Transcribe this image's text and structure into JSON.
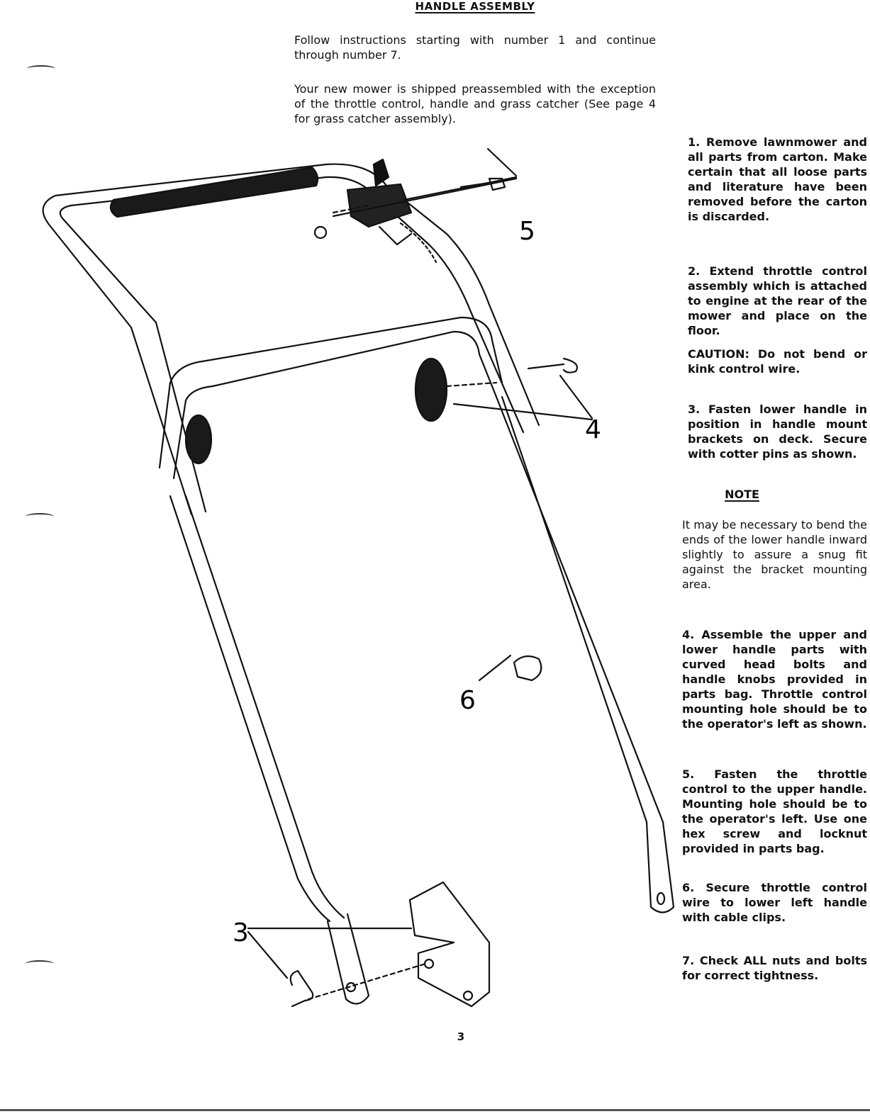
{
  "page": {
    "title": "HANDLE ASSEMBLY",
    "intro": [
      "Follow instructions starting with number 1 and continue through number 7.",
      "Your new mower is shipped preassembled with the exception of the throttle control, handle and grass catcher (See page 4 for grass catcher assembly)."
    ],
    "page_number": "3"
  },
  "steps": {
    "s1": "1. Remove lawnmower and all parts from carton. Make certain that all loose parts and literature have been removed before the carton is discarded.",
    "s2": "2. Extend throttle control assembly which is attached to engine at the rear of the mower and place on the floor.",
    "caution": "CAUTION: Do not bend or kink control wire.",
    "s3": "3. Fasten lower handle in position in handle mount brackets on deck. Secure with cotter pins as shown.",
    "s4": "4. Assemble the upper and lower handle parts with curved head bolts and handle knobs provided in parts bag. Throttle control mounting hole should be to the operator's left as shown.",
    "s5": "5. Fasten the throttle control to the upper handle. Mounting hole should be to the operator's left. Use one hex screw and locknut provided in parts bag.",
    "s6": "6. Secure throttle control wire to lower left handle with cable clips.",
    "s7": "7. Check ALL nuts and bolts for correct tightness."
  },
  "note": {
    "title": "NOTE",
    "body": "It may be necessary to bend the ends of the lower handle inward slightly to assure a snug fit against the bracket mounting area."
  },
  "callouts": {
    "c3": "3",
    "c4": "4",
    "c5": "5",
    "c6": "6"
  }
}
